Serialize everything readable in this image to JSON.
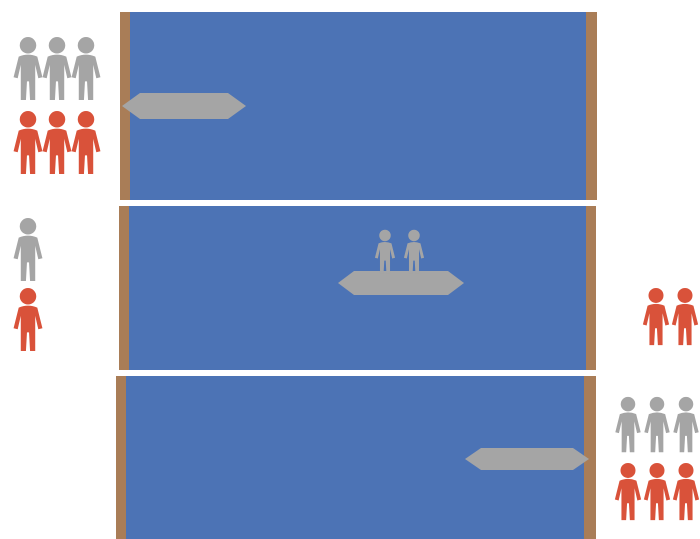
{
  "colors": {
    "water": "#4c73b5",
    "bank": "#a97d57",
    "boat": "#a5a5a5",
    "gray_person": "#a5a5a5",
    "red_person": "#d9523a"
  },
  "legend": {
    "gray_person_icon": "person-gray-icon",
    "red_person_icon": "person-red-icon"
  },
  "states": [
    {
      "step": 1,
      "left_bank": {
        "gray": 3,
        "red": 3
      },
      "boat": {
        "side": "left",
        "gray": 0,
        "red": 0
      },
      "right_bank": {
        "gray": 0,
        "red": 0
      }
    },
    {
      "step": 2,
      "left_bank": {
        "gray": 1,
        "red": 1
      },
      "boat": {
        "side": "middle",
        "gray": 2,
        "red": 0
      },
      "right_bank": {
        "gray": 0,
        "red": 2
      }
    },
    {
      "step": 3,
      "left_bank": {
        "gray": 0,
        "red": 0
      },
      "boat": {
        "side": "right",
        "gray": 0,
        "red": 0
      },
      "right_bank": {
        "gray": 3,
        "red": 3
      }
    }
  ]
}
